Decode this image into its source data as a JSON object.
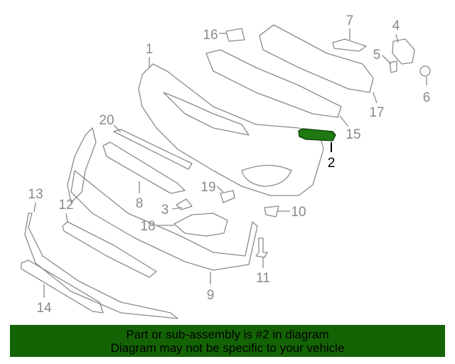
{
  "diagram": {
    "highlight_color": "#1e7a10",
    "selected_part": "2",
    "callouts": [
      "1",
      "2",
      "3",
      "4",
      "5",
      "6",
      "7",
      "8",
      "9",
      "10",
      "11",
      "12",
      "13",
      "14",
      "15",
      "16",
      "17",
      "18",
      "19",
      "20"
    ]
  },
  "banner": {
    "line1": "Part or sub-assembly is #2 in diagram",
    "line2": "Diagram may not be specific to your vehicle",
    "color": "#146405"
  }
}
